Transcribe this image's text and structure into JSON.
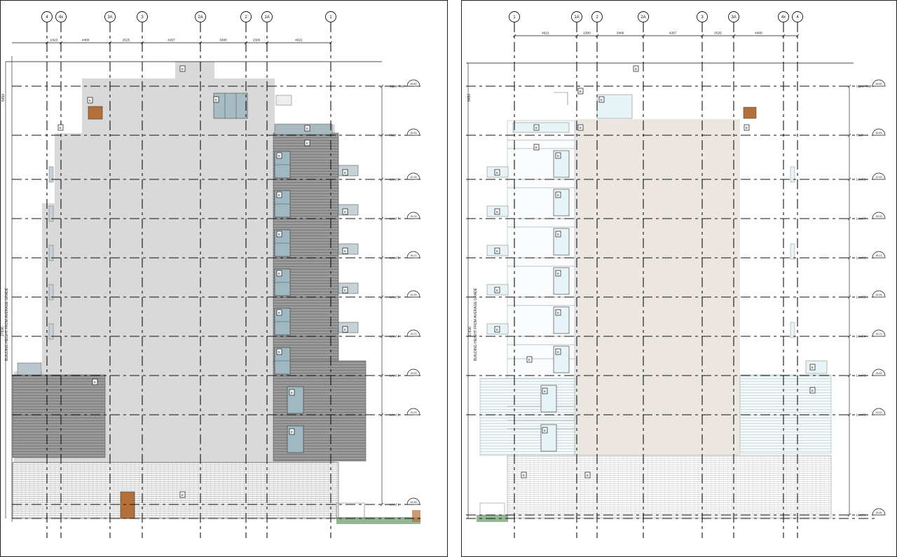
{
  "sheets": [
    {
      "id": "left",
      "grid_labels": [
        "4",
        "4x",
        "3A",
        "3",
        "2A",
        "2",
        "1A",
        "1"
      ],
      "dimensions": [
        "2423",
        "4400",
        "2525",
        "4267",
        "3400",
        "1500",
        "4621"
      ],
      "levels": [
        "Upper Roof",
        "Roof",
        "Level 8",
        "Level 7",
        "Level 6",
        "Level 5",
        "Level 4",
        "Level 3",
        "Level 2",
        "Level 1"
      ],
      "elevations": [
        "48.83",
        "45.83",
        "42.53",
        "39.33",
        "36.13",
        "32.93",
        "29.73",
        "26.53",
        "23.23",
        "18.46"
      ],
      "height_label": "BUILDING HEIGHT FROM AVERAGE GRADE",
      "total_height": "27836",
      "top_dim": "5450",
      "tag_text": "E"
    },
    {
      "id": "right",
      "grid_labels": [
        "1",
        "1A",
        "2",
        "2A",
        "3",
        "3A",
        "4x",
        "4"
      ],
      "dimensions": [
        "4621",
        "1500",
        "3400",
        "4267",
        "2525",
        "4400"
      ],
      "levels": [
        "Upper Roof",
        "Roof",
        "Level 8",
        "Level 7",
        "Level 6",
        "Level 5",
        "Level 4",
        "Level 3",
        "Level 2",
        "Level 1"
      ],
      "elevations": [
        "48.83",
        "45.83",
        "42.53",
        "39.33",
        "36.13",
        "32.93",
        "29.73",
        "26.53",
        "23.23",
        "18.46"
      ],
      "height_label": "BUILDING HEIGHT FROM AVERAGE GRADE",
      "total_height": "27836",
      "top_dim": "5450",
      "tag_text": "E"
    }
  ],
  "colors": {
    "line": "#1a1a1a",
    "facade_grey": "#d9d9d9",
    "siding_dark": "#8f8f8f",
    "siding_light": "#a8a8a8",
    "glass": "#9fb8c2",
    "door_wood": "#b5703a",
    "beige": "#ece6e1",
    "pale_blue": "#e6f4f7",
    "ground_green": "#3e7a3e"
  }
}
